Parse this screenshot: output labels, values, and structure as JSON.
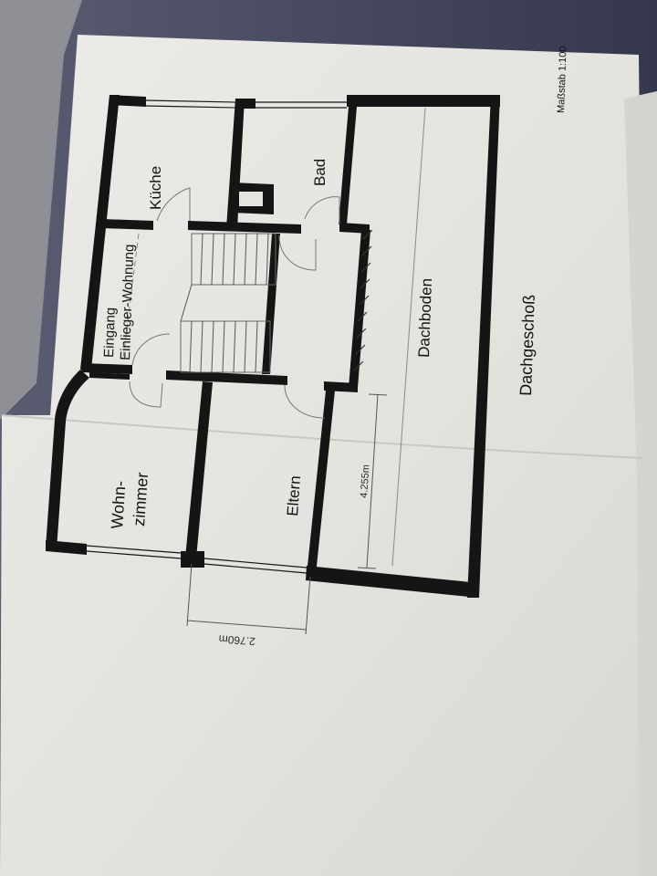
{
  "drawing": {
    "scale": "Maßstab 1:100",
    "floor": "Dachgeschoß"
  },
  "rooms": {
    "kitchen": "Küche",
    "bath": "Bad",
    "attic": "Dachboden",
    "entrance_line1": "Eingang",
    "entrance_line2": "Einlieger-Wohnung",
    "living_line1": "Wohn-",
    "living_line2": "zimmer",
    "parents": "Eltern"
  },
  "dimensions": {
    "depth": "4.255m",
    "width": "2.760m"
  },
  "colors": {
    "paper": "#e6e4df",
    "ink": "#151515",
    "table": "#3d3f55"
  }
}
